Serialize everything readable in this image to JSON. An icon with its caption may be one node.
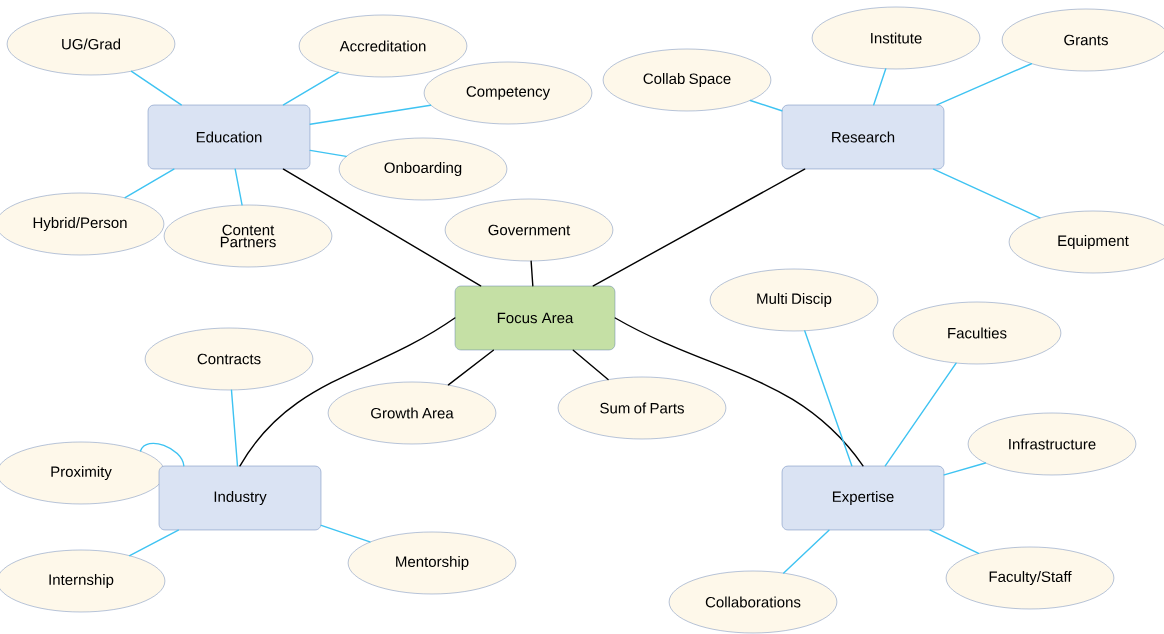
{
  "diagram": {
    "nodes": [
      {
        "text": [
          "Focus Area"
        ]
      },
      {
        "text": [
          "Education"
        ]
      },
      {
        "text": [
          "UG/Grad"
        ]
      },
      {
        "text": [
          "Accreditation"
        ]
      },
      {
        "text": [
          "Competency"
        ]
      },
      {
        "text": [
          "Onboarding"
        ]
      },
      {
        "text": [
          "Hybrid/Person"
        ]
      },
      {
        "text": [
          "Content Partners"
        ]
      },
      {
        "text": [
          "Government"
        ]
      },
      {
        "text": [
          "Research"
        ]
      },
      {
        "text": [
          "Collab Space"
        ]
      },
      {
        "text": [
          "Institute"
        ]
      },
      {
        "text": [
          "Grants"
        ]
      },
      {
        "text": [
          "Equipment"
        ]
      },
      {
        "text": [
          "Multi Discip"
        ]
      },
      {
        "text": [
          "Faculties"
        ]
      },
      {
        "text": [
          "Infrastructure"
        ]
      },
      {
        "text": [
          "Contracts"
        ]
      },
      {
        "text": [
          "Growth Area"
        ]
      },
      {
        "text": [
          "Sum of Parts"
        ]
      },
      {
        "text": [
          "Proximity"
        ]
      },
      {
        "text": [
          "Industry"
        ]
      },
      {
        "text": [
          "Mentorship"
        ]
      },
      {
        "text": [
          "Internship"
        ]
      },
      {
        "text": [
          "Expertise"
        ]
      },
      {
        "text": [
          "Collaborations"
        ]
      },
      {
        "text": [
          "Faculty/Staff"
        ]
      }
    ],
    "edges": [
      {
        "from": 0,
        "to": 1,
        "arrow": "none",
        "color": "#000000"
      },
      {
        "from": 0,
        "to": 9,
        "arrow": "none",
        "color": "#000000"
      },
      {
        "from": 0,
        "to": 21,
        "arrow": "none",
        "color": "#000000"
      },
      {
        "from": 0,
        "to": 24,
        "arrow": "none",
        "color": "#000000"
      },
      {
        "from": 0,
        "to": 8,
        "arrow": "none",
        "color": "#000000"
      },
      {
        "from": 0,
        "to": 18,
        "arrow": "none",
        "color": "#000000"
      },
      {
        "from": 0,
        "to": 19,
        "arrow": "none",
        "color": "#000000"
      },
      {
        "from": 1,
        "to": 2,
        "arrow": "none"
      },
      {
        "from": 1,
        "to": 3,
        "arrow": "none"
      },
      {
        "from": 1,
        "to": 4,
        "arrow": "none"
      },
      {
        "from": 1,
        "to": 5,
        "arrow": "none"
      },
      {
        "from": 1,
        "to": 6,
        "arrow": "none"
      },
      {
        "from": 1,
        "to": 7,
        "arrow": "none"
      },
      {
        "from": 9,
        "to": 10,
        "arrow": "none"
      },
      {
        "from": 9,
        "to": 11,
        "arrow": "none"
      },
      {
        "from": 9,
        "to": 12,
        "arrow": "none"
      },
      {
        "from": 9,
        "to": 13,
        "arrow": "none"
      },
      {
        "from": 21,
        "to": 17,
        "arrow": "none"
      },
      {
        "from": 21,
        "to": 20,
        "arrow": "none"
      },
      {
        "from": 21,
        "to": 22,
        "arrow": "none"
      },
      {
        "from": 21,
        "to": 23,
        "arrow": "none"
      },
      {
        "from": 24,
        "to": 14,
        "arrow": "none"
      },
      {
        "from": 24,
        "to": 15,
        "arrow": "none"
      },
      {
        "from": 24,
        "to": 16,
        "arrow": "none"
      },
      {
        "from": 24,
        "to": 25,
        "arrow": "none"
      },
      {
        "from": 24,
        "to": 26,
        "arrow": "none"
      }
    ]
  }
}
